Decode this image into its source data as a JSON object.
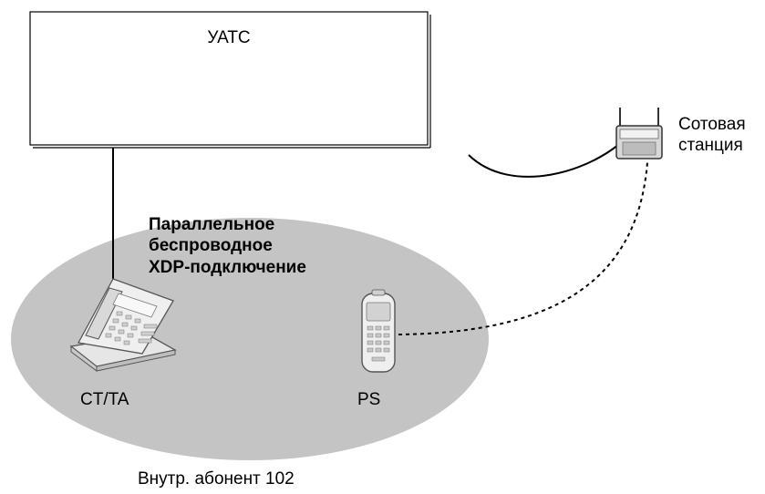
{
  "pbx": {
    "label": "УАТС"
  },
  "cell_station": {
    "line1": "Сотовая",
    "line2": "станция"
  },
  "parallel_connection": {
    "line1": "Параллельное",
    "line2": "беспроводное",
    "line3": "XDP-подключение"
  },
  "ct_ta": {
    "label": "CT/TA"
  },
  "ps": {
    "label": "PS"
  },
  "extension": {
    "label": "Внутр. абонент 102"
  },
  "colors": {
    "ellipse_fill": "#c4c4c4",
    "device_fill": "#e9e9e9",
    "device_stroke": "#555555",
    "line": "#000000"
  }
}
